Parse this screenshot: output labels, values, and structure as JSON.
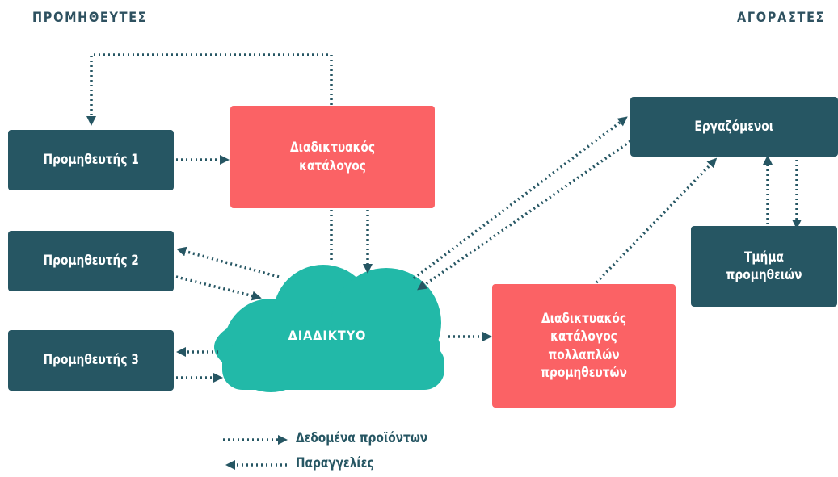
{
  "headings": {
    "suppliers": "ΠΡΟΜΗΘΕΥΤΕΣ",
    "buyers": "ΑΓΟΡΑΣΤΕΣ"
  },
  "nodes": {
    "supplier1": "Προμηθευτής 1",
    "supplier2": "Προμηθευτής 2",
    "supplier3": "Προμηθευτής 3",
    "online_catalog": "Διαδικτυακός κατάλογος",
    "internet": "ΔΙΑΔΙΚΤΥΟ",
    "multi_supplier_catalog": "Διαδικτυακός κατάλογος πολλαπλών προμηθευτών",
    "employees": "Εργαζόμενοι",
    "procurement_dept": "Τμήμα προμηθειών"
  },
  "legend": {
    "product_data": "Δεδομένα προϊόντων",
    "orders": "Παραγγελίες"
  },
  "colors": {
    "dark_box": "#265663",
    "red_box": "#fb6265",
    "cloud": "#22b9a8",
    "arrow": "#265663"
  }
}
